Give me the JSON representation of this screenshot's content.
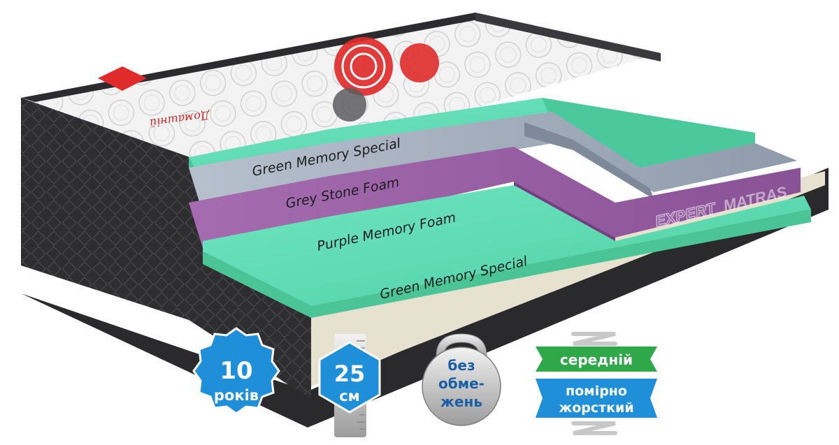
{
  "layers": [
    {
      "label": "Green Memory Special"
    },
    {
      "label": "Grey Stone Foam"
    },
    {
      "label": "Purple Memory Foam"
    },
    {
      "label": "Green Memory Special"
    }
  ],
  "watermark": {
    "part1": "EXPERT",
    "part2": "MATRAS"
  },
  "cover": {
    "brand_text": "Домашній"
  },
  "badges": {
    "warranty": {
      "number": "10",
      "unit": "років"
    },
    "height": {
      "number": "25",
      "unit": "см"
    },
    "weight": {
      "line1": "без",
      "line2": "обме-",
      "line3": "жень"
    },
    "firmness": {
      "top": "середній",
      "bottom_line1": "помірно",
      "bottom_line2": "жорсткий"
    }
  },
  "colors": {
    "mint": "#5fdcb2",
    "grey": "#aab5c4",
    "purple": "#9b63a6",
    "badge_blue": "#1e8fd8",
    "green": "#2fa84a",
    "cover_black": "#2c2c2e"
  },
  "icons": [
    "spring-icon",
    "ruler-icon",
    "kettlebell-icon"
  ]
}
